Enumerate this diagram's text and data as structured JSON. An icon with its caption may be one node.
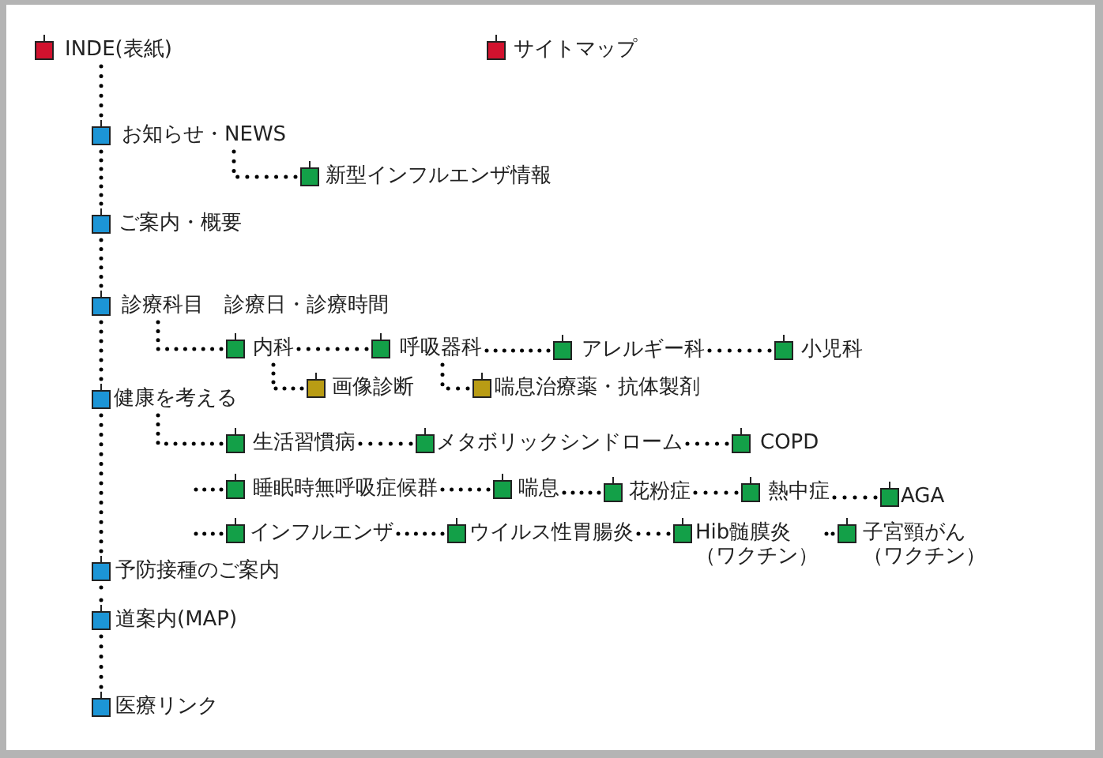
{
  "diagram": {
    "nodes": [
      {
        "text": [
          "INDE(表紙)"
        ]
      },
      {
        "text": [
          "サイトマップ"
        ]
      },
      {
        "text": [
          "お知らせ・NEWS"
        ]
      },
      {
        "text": [
          "新型インフルエンザ情報"
        ]
      },
      {
        "text": [
          "ご案内・概要"
        ]
      },
      {
        "text": [
          "診療科目　診療日・診療時間"
        ]
      },
      {
        "text": [
          "内科"
        ]
      },
      {
        "text": [
          "呼吸器科"
        ]
      },
      {
        "text": [
          "アレルギー科"
        ]
      },
      {
        "text": [
          "小児科"
        ]
      },
      {
        "text": [
          "画像診断"
        ]
      },
      {
        "text": [
          "喘息治療薬・抗体製剤"
        ]
      },
      {
        "text": [
          "健康を考える"
        ]
      },
      {
        "text": [
          "生活習慣病"
        ]
      },
      {
        "text": [
          "メタボリックシンドローム"
        ]
      },
      {
        "text": [
          "COPD"
        ]
      },
      {
        "text": [
          "睡眠時無呼吸症候群"
        ]
      },
      {
        "text": [
          "喘息"
        ]
      },
      {
        "text": [
          "花粉症"
        ]
      },
      {
        "text": [
          "熱中症"
        ]
      },
      {
        "text": [
          "AGA"
        ]
      },
      {
        "text": [
          "インフルエンザ"
        ]
      },
      {
        "text": [
          "ウイルス性胃腸炎"
        ]
      },
      {
        "text": [
          "Hib髄膜炎（ワクチン）"
        ]
      },
      {
        "text": [
          "子宮頸がん（ワクチン）"
        ]
      },
      {
        "text": [
          "予防接種のご案内"
        ]
      },
      {
        "text": [
          "道案内(MAP)"
        ]
      },
      {
        "text": [
          "医療リンク"
        ]
      }
    ],
    "edges": [
      {
        "from": 0,
        "to": 2,
        "arrow": "none"
      },
      {
        "from": 2,
        "to": 3,
        "arrow": "none"
      },
      {
        "from": 2,
        "to": 4,
        "arrow": "none"
      },
      {
        "from": 4,
        "to": 5,
        "arrow": "none"
      },
      {
        "from": 5,
        "to": 6,
        "arrow": "none"
      },
      {
        "from": 6,
        "to": 7,
        "arrow": "none"
      },
      {
        "from": 7,
        "to": 8,
        "arrow": "none"
      },
      {
        "from": 8,
        "to": 9,
        "arrow": "none"
      },
      {
        "from": 6,
        "to": 10,
        "arrow": "none"
      },
      {
        "from": 7,
        "to": 11,
        "arrow": "none"
      },
      {
        "from": 5,
        "to": 12,
        "arrow": "none"
      },
      {
        "from": 12,
        "to": 13,
        "arrow": "none"
      },
      {
        "from": 13,
        "to": 14,
        "arrow": "none"
      },
      {
        "from": 14,
        "to": 15,
        "arrow": "none"
      },
      {
        "from": null,
        "to": 16,
        "arrow": "none"
      },
      {
        "from": 16,
        "to": 17,
        "arrow": "none"
      },
      {
        "from": 17,
        "to": 18,
        "arrow": "none"
      },
      {
        "from": 18,
        "to": 19,
        "arrow": "none"
      },
      {
        "from": 19,
        "to": 20,
        "arrow": "none"
      },
      {
        "from": null,
        "to": 21,
        "arrow": "none"
      },
      {
        "from": 21,
        "to": 22,
        "arrow": "none"
      },
      {
        "from": 22,
        "to": 23,
        "arrow": "none"
      },
      {
        "from": 23,
        "to": 24,
        "arrow": "none"
      },
      {
        "from": 12,
        "to": 25,
        "arrow": "none"
      },
      {
        "from": 25,
        "to": 26,
        "arrow": "none"
      },
      {
        "from": 26,
        "to": 27,
        "arrow": "none"
      }
    ]
  }
}
